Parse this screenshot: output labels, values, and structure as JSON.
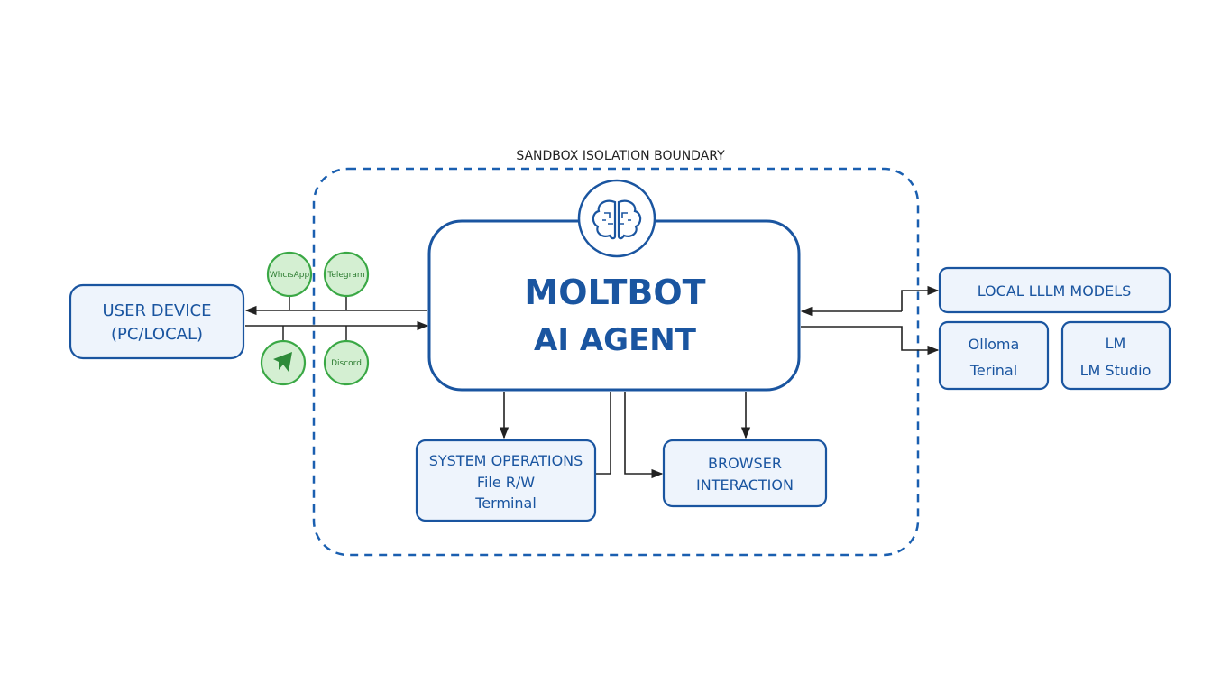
{
  "boundary": {
    "label": "SANDBOX ISOLATION BOUNDARY"
  },
  "agent": {
    "line1": "MOLTBOT",
    "line2": "AI AGENT",
    "icon": "brain-icon"
  },
  "user_device": {
    "line1": "USER DEVICE",
    "line2": "(PC/LOCAL)"
  },
  "channels": [
    {
      "label": "WhcısApp"
    },
    {
      "label": "Telegram"
    },
    {
      "label": "",
      "icon": "send-icon"
    },
    {
      "label": "Discord"
    }
  ],
  "system_ops": {
    "line1": "SYSTEM OPERATIONS",
    "line2": "File R/W",
    "line3": "Terminal"
  },
  "browser": {
    "line1": "BROWSER",
    "line2": "INTERACTION"
  },
  "llm": {
    "header": "LOCAL LLLM MODELS",
    "ollama": {
      "line1": "Olloma",
      "line2": "Terinal"
    },
    "lmstudio": {
      "line1": "LM",
      "line2": "LM Studio"
    }
  },
  "colors": {
    "blue": "#1a55a0",
    "box_fill": "#eef4fc",
    "green": "#3aa845",
    "green_fill": "#d4efd2",
    "arrow": "#222222"
  }
}
